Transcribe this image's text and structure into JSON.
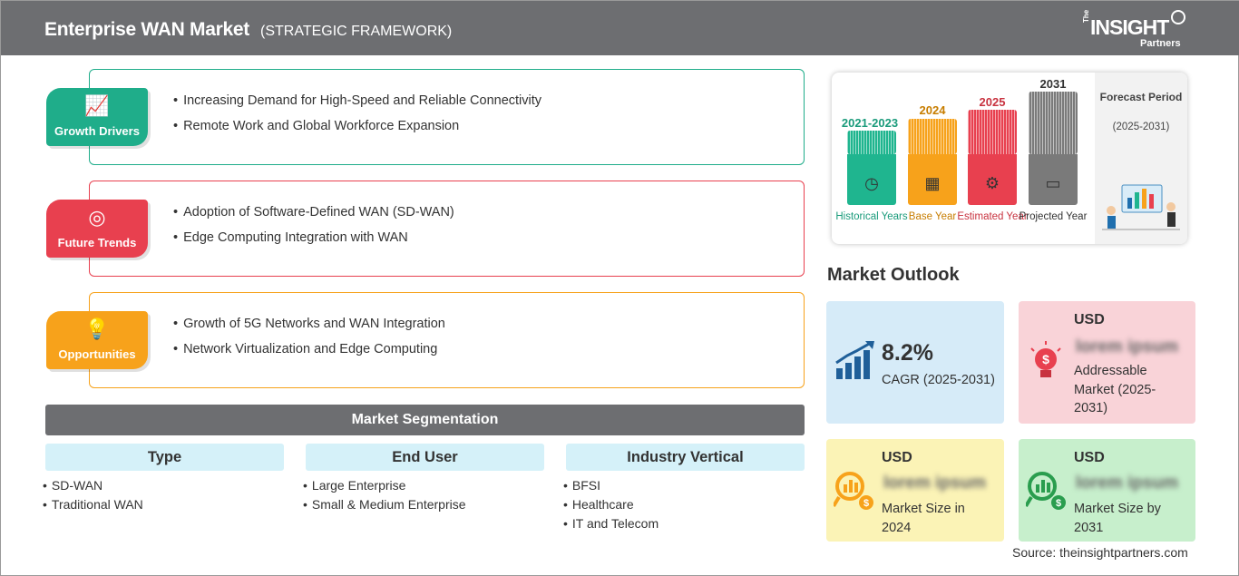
{
  "header": {
    "title": "Enterprise WAN Market",
    "subtitle": "(STRATEGIC FRAMEWORK)"
  },
  "logo": {
    "line1": "The",
    "line2": "INSIGHT",
    "line3": "Partners"
  },
  "framework": [
    {
      "label": "Growth Drivers",
      "icon": "bar-chart-arrow-icon",
      "color": "#1fad8a",
      "bullets": [
        "Increasing Demand for High-Speed and Reliable Connectivity",
        "Remote Work and Global Workforce Expansion"
      ]
    },
    {
      "label": "Future Trends",
      "icon": "target-icon",
      "color": "#e8404f",
      "bullets": [
        "Adoption of Software-Defined WAN (SD-WAN)",
        "Edge Computing Integration with WAN"
      ]
    },
    {
      "label": "Opportunities",
      "icon": "lightbulb-hand-icon",
      "color": "#f7a21b",
      "bullets": [
        "Growth of 5G Networks and WAN Integration",
        "Network Virtualization and Edge Computing"
      ]
    }
  ],
  "segmentation": {
    "title": "Market Segmentation",
    "columns": [
      {
        "heading": "Type",
        "items": [
          "SD-WAN",
          "Traditional WAN"
        ]
      },
      {
        "heading": "End User",
        "items": [
          "Large Enterprise",
          "Small & Medium Enterprise"
        ]
      },
      {
        "heading": "Industry Vertical",
        "items": [
          "BFSI",
          "Healthcare",
          "IT and Telecom"
        ]
      }
    ]
  },
  "timeline": {
    "bars": [
      {
        "year": "2021-2023",
        "caption": "Historical Years",
        "color": "#1fb58f",
        "icon": "clock-history-icon"
      },
      {
        "year": "2024",
        "caption": "Base Year",
        "color": "#f7a21b",
        "icon": "calendar-icon"
      },
      {
        "year": "2025",
        "caption": "Estimated Year",
        "color": "#e8404f",
        "icon": "gear-chart-icon"
      },
      {
        "year": "2031",
        "caption": "Projected Year",
        "color": "#7a7a7a",
        "icon": "presentation-board-icon"
      }
    ],
    "forecast_title": "Forecast Period",
    "forecast_range": "(2025-2031)"
  },
  "outlook": {
    "title": "Market Outlook",
    "cagr": {
      "value": "8.2%",
      "label": "CAGR (2025-2031)",
      "color": "#d6ebf8"
    },
    "addressable": {
      "currency": "USD",
      "value": "lorem ipsum",
      "label": "Addressable Market (2025-2031)",
      "color": "#f9d3d8"
    },
    "size2024": {
      "currency": "USD",
      "value": "lorem ipsum",
      "label": "Market Size in 2024",
      "color": "#fbf3b6"
    },
    "size2031": {
      "currency": "USD",
      "value": "lorem ipsum",
      "label": "Market Size by 2031",
      "color": "#c7efcc"
    }
  },
  "source": "Source: theinsightpartners.com"
}
